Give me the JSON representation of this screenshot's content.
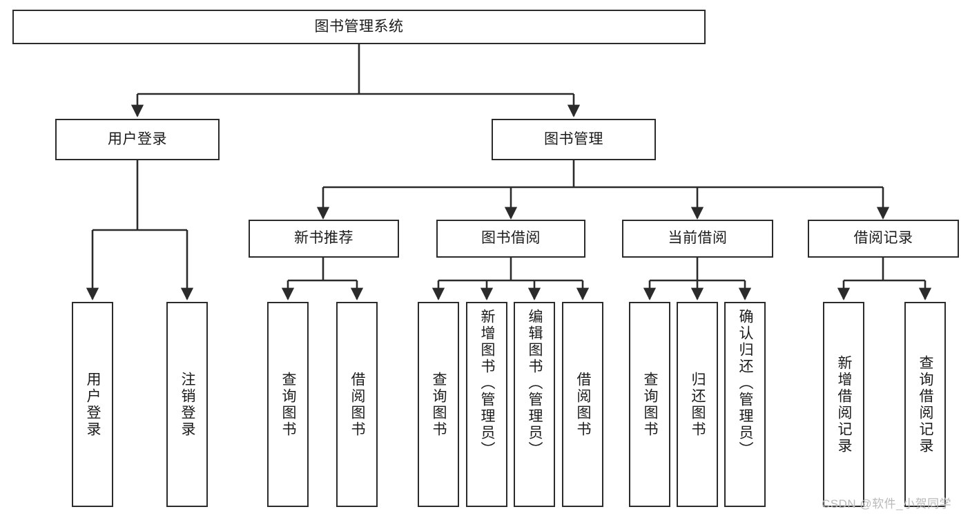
{
  "diagram": {
    "title": "图书管理系统",
    "type": "hierarchy",
    "background": "#ffffff",
    "line_color": "#2b2b2b",
    "text_color": "#1b1b1b"
  },
  "nodes": {
    "root": {
      "label": "图书管理系统"
    },
    "level2": [
      {
        "id": "user-login",
        "label": "用户登录"
      },
      {
        "id": "book-manage",
        "label": "图书管理"
      }
    ],
    "level3": [
      {
        "id": "new-book-recommend",
        "label": "新书推荐"
      },
      {
        "id": "book-borrow",
        "label": "图书借阅"
      },
      {
        "id": "current-borrow",
        "label": "当前借阅"
      },
      {
        "id": "borrow-record",
        "label": "借阅记录"
      }
    ],
    "leaves": [
      {
        "id": "leaf-user-login",
        "label": "用户登录",
        "parent": "user-login"
      },
      {
        "id": "leaf-user-logout",
        "label": "注销登录",
        "parent": "user-login"
      },
      {
        "id": "leaf-query-book-1",
        "label": "查询图书",
        "parent": "new-book-recommend"
      },
      {
        "id": "leaf-borrow-book-1",
        "label": "借阅图书",
        "parent": "new-book-recommend"
      },
      {
        "id": "leaf-query-book-2",
        "label": "查询图书",
        "parent": "book-borrow"
      },
      {
        "id": "leaf-add-book",
        "label": "新增图书（管理员）",
        "parent": "book-borrow"
      },
      {
        "id": "leaf-edit-book",
        "label": "编辑图书（管理员）",
        "parent": "book-borrow"
      },
      {
        "id": "leaf-borrow-book-2",
        "label": "借阅图书",
        "parent": "book-borrow"
      },
      {
        "id": "leaf-query-book-3",
        "label": "查询图书",
        "parent": "current-borrow"
      },
      {
        "id": "leaf-return-book",
        "label": "归还图书",
        "parent": "current-borrow"
      },
      {
        "id": "leaf-confirm-return",
        "label": "确认归还（管理员）",
        "parent": "current-borrow"
      },
      {
        "id": "leaf-add-record",
        "label": "新增借阅记录",
        "parent": "borrow-record"
      },
      {
        "id": "leaf-query-record",
        "label": "查询借阅记录",
        "parent": "borrow-record"
      }
    ]
  },
  "watermark": {
    "text": "CSDN @软件_小贺同学"
  }
}
